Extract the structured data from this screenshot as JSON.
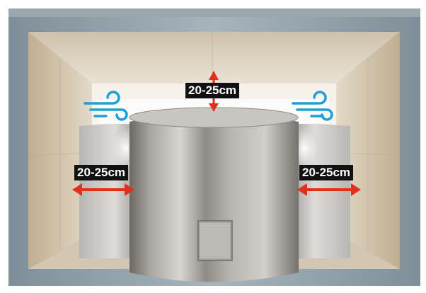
{
  "labels": {
    "top": "20-25cm",
    "left": "20-25cm",
    "right": "20-25cm"
  },
  "icons": [
    "wind-icon",
    "wind-icon",
    "double-arrow-icon",
    "double-arrow-icon",
    "double-arrow-icon"
  ],
  "colors": {
    "arrow": "#e0301e",
    "wind": "#1e9fd8",
    "label_bg": "#111111",
    "wall_frame": "#8a9aa4",
    "stone": "#d9cdb8"
  }
}
